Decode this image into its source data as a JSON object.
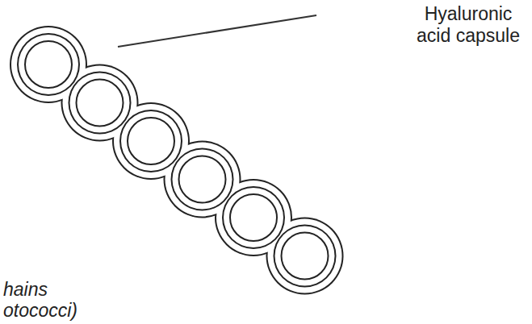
{
  "diagram": {
    "labels": [
      "Hyaluronic acid capsule",
      "hains",
      "otococci)"
    ]
  }
}
